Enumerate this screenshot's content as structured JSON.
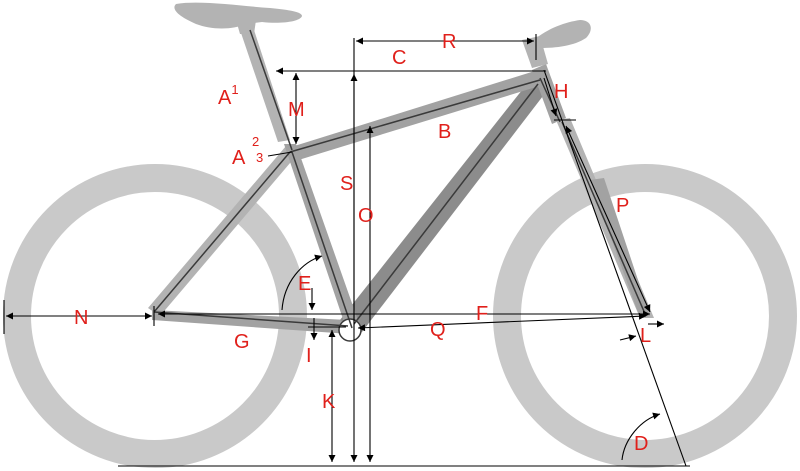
{
  "colors": {
    "wheel": "#c9c9c9",
    "frame_light": "#b3b3b3",
    "frame_mid": "#a2a2a2",
    "frame_dark": "#8c8c8c",
    "outline": "#3a3a3a",
    "dimension_line": "#000000",
    "label": "#e0201b",
    "background": "#ffffff"
  },
  "labels": {
    "A1_base": "A",
    "A1_sup": "1",
    "A23_base": "A",
    "A23_sup": "2",
    "A23_sub": "3",
    "B": "B",
    "C": "C",
    "D": "D",
    "E": "E",
    "F": "F",
    "G": "G",
    "H": "H",
    "I": "I",
    "K": "K",
    "L": "L",
    "M": "M",
    "N": "N",
    "O": "O",
    "P": "P",
    "Q": "Q",
    "R": "R",
    "S": "S"
  }
}
